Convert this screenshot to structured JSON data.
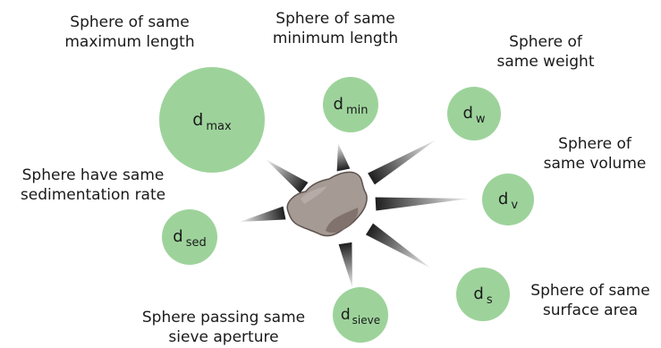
{
  "spheres": [
    {
      "id": "max",
      "symbol": "d",
      "sub": "max",
      "label": [
        "Sphere of same",
        "maximum length"
      ]
    },
    {
      "id": "min",
      "symbol": "d",
      "sub": "min",
      "label": [
        "Sphere of same",
        "minimum length"
      ]
    },
    {
      "id": "w",
      "symbol": "d",
      "sub": "w",
      "label": [
        "Sphere of",
        "same weight"
      ]
    },
    {
      "id": "v",
      "symbol": "d",
      "sub": "v",
      "label": [
        "Sphere of",
        "same volume"
      ]
    },
    {
      "id": "sed",
      "symbol": "d",
      "sub": "sed",
      "label": [
        "Sphere have same",
        "sedimentation rate"
      ]
    },
    {
      "id": "s",
      "symbol": "d",
      "sub": "s",
      "label": [
        "Sphere of same",
        "surface area"
      ]
    },
    {
      "id": "sieve",
      "symbol": "d",
      "sub": "sieve",
      "label": [
        "Sphere passing same",
        "sieve aperture"
      ]
    }
  ],
  "colors": {
    "sphere_fill": "#9dd39b",
    "particle_fill": "#a59a94",
    "particle_shadow": "#7d6e68",
    "ray": "#1e1e1e"
  }
}
